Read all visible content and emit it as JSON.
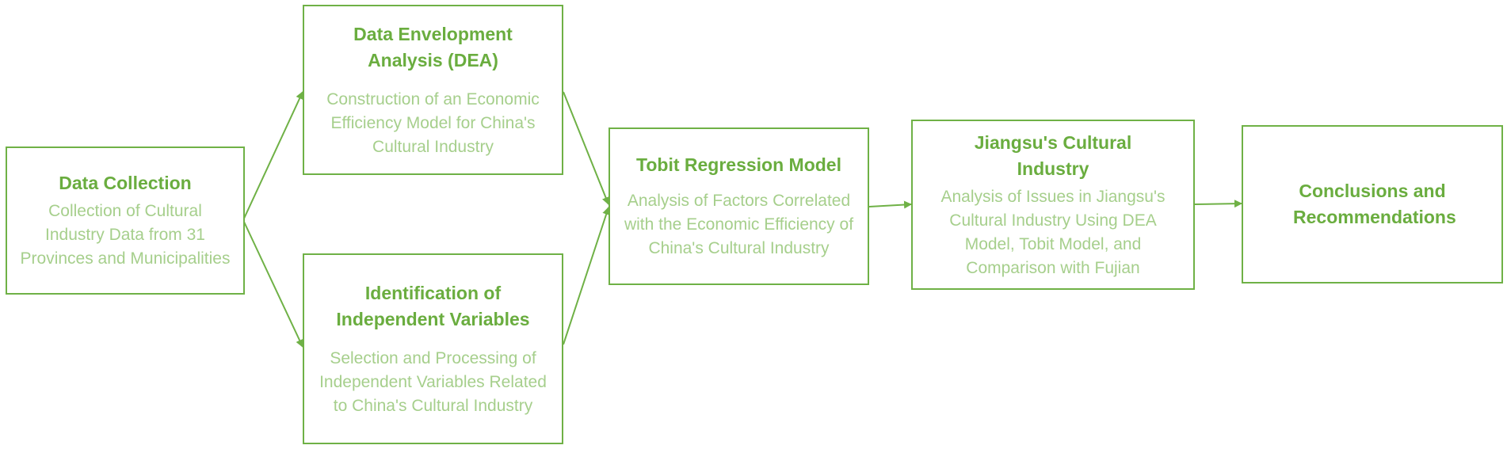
{
  "colors": {
    "border": "#6fb146",
    "title": "#6aad3f",
    "desc": "#a6cf8c",
    "arrow": "#6fb146"
  },
  "nodes": {
    "data_collection": {
      "title": "Data Collection",
      "desc": "Collection of Cultural Industry Data from 31 Provinces and Municipalities"
    },
    "dea": {
      "title": "Data Envelopment Analysis (DEA)",
      "desc": "Construction of an Economic Efficiency Model for China's Cultural Industry"
    },
    "independent_variables": {
      "title": "Identification of Independent Variables",
      "desc": "Selection and Processing of Independent Variables Related to China's Cultural Industry"
    },
    "tobit": {
      "title": "Tobit Regression Model",
      "desc": "Analysis of Factors Correlated with the Economic Efficiency of China's Cultural Industry"
    },
    "jiangsu": {
      "title": "Jiangsu's Cultural Industry",
      "desc": "Analysis of Issues in Jiangsu's Cultural Industry Using DEA Model, Tobit Model, and Comparison with Fujian"
    },
    "conclusions": {
      "title": "Conclusions and Recommendations"
    }
  }
}
